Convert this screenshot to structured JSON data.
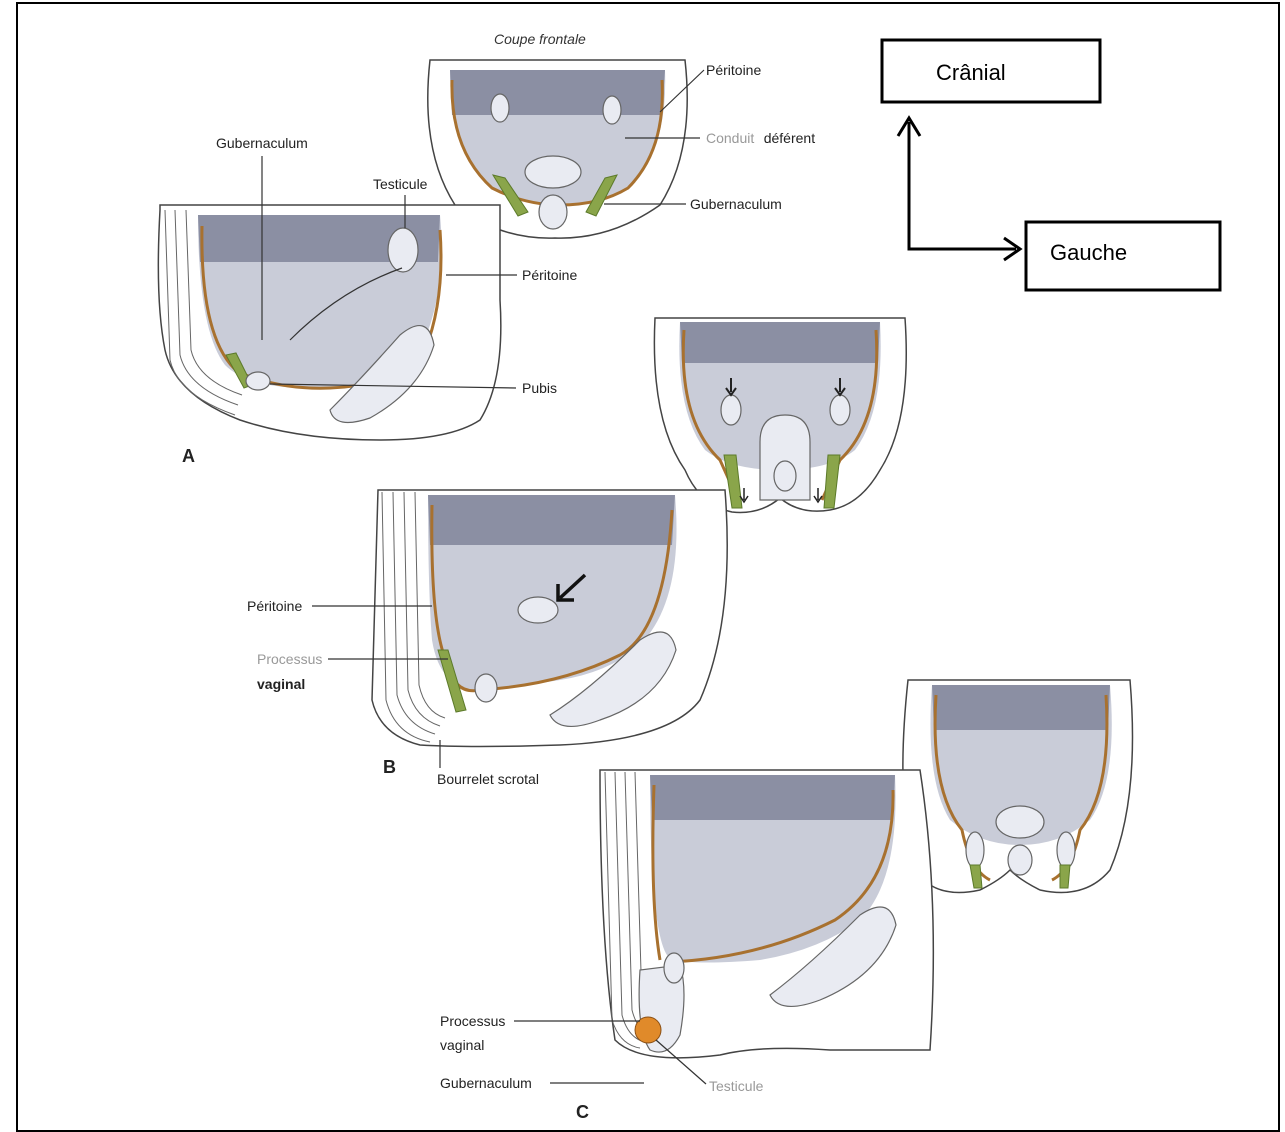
{
  "orientation": {
    "cranial_label": "Crânial",
    "left_label": "Gauche"
  },
  "panel_letters": {
    "a": "A",
    "b": "B",
    "c": "C"
  },
  "labels_a": {
    "section_title": "Coupe frontale",
    "peritoine_frontal": "Péritoine",
    "conduit_prefix": "Conduit",
    "conduit_suffix": "déférent",
    "gubernaculum_frontal": "Gubernaculum",
    "gubernaculum_side": "Gubernaculum",
    "testicule": "Testicule",
    "peritoine_side": "Péritoine",
    "pubis": "Pubis"
  },
  "labels_b": {
    "peritoine": "Péritoine",
    "processus_line1": "Processus",
    "processus_line2": "vaginal",
    "bourrelet": "Bourrelet scrotal"
  },
  "labels_c": {
    "processus_line1": "Processus",
    "processus_line2": "vaginal",
    "gubernaculum": "Gubernaculum",
    "testicule": "Testicule"
  },
  "colors": {
    "peritoneum": "#a8712f",
    "gubernaculum": "#8aa54a",
    "cavity": "#c9ccd8",
    "testis_descended": "#e08a2a"
  }
}
